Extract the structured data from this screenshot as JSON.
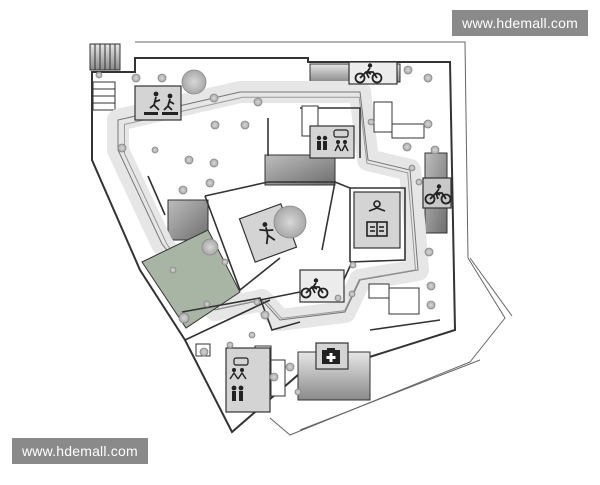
{
  "watermarks": {
    "top": "www.hdemall.com",
    "bottom": "www.hdemall.com"
  },
  "icons": [
    {
      "id": "fitness",
      "name": "fitness-icon"
    },
    {
      "id": "dance",
      "name": "dance-icon"
    },
    {
      "id": "cycling-top",
      "name": "cycling-icon"
    },
    {
      "id": "cycling-right",
      "name": "cycling-icon"
    },
    {
      "id": "cycling-center",
      "name": "cycling-icon"
    },
    {
      "id": "social-upper",
      "name": "social-chat-icon"
    },
    {
      "id": "reading",
      "name": "reading-icon"
    },
    {
      "id": "social-lower",
      "name": "social-chat-icon"
    },
    {
      "id": "medical",
      "name": "medical-cross-icon"
    }
  ],
  "colors": {
    "floor": "#ffffff",
    "path": "#ececec",
    "wall": "#3c3c3c",
    "lawn": "#a9b5a4",
    "activity_panel": "#d4d4d4",
    "tree": "#b8b8b8",
    "icon": "#222222",
    "watermark_bg": "#8a8a8a"
  }
}
